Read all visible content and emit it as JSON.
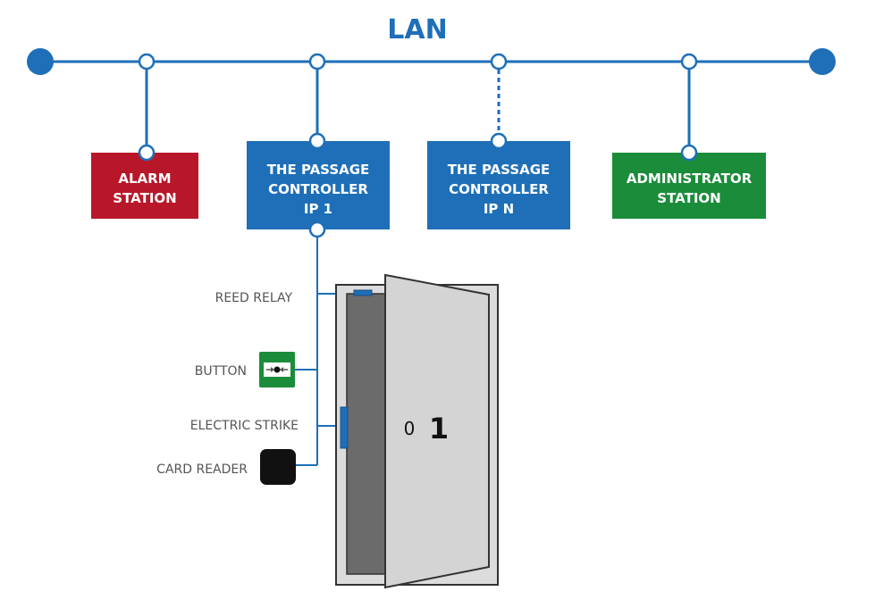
{
  "colors": {
    "network": "#1e6fb8",
    "alarm": "#b8172a",
    "controller": "#1e6fb8",
    "admin": "#1b8c3a",
    "button_device": "#1b8c3a",
    "card_reader": "#111111",
    "door_frame": "#dcdcdc",
    "door_opening": "#6b6b6b",
    "door_leaf": "#d4d4d4"
  },
  "network": {
    "title": "LAN"
  },
  "nodes": {
    "alarm_station": {
      "lines": [
        "ALARM",
        "STATION"
      ]
    },
    "controller_1": {
      "lines": [
        "THE PASSAGE",
        "CONTROLLER",
        "IP 1"
      ]
    },
    "controller_n": {
      "lines": [
        "THE PASSAGE",
        "CONTROLLER",
        "IP N"
      ]
    },
    "admin_station": {
      "lines": [
        "ADMINISTRATOR",
        "STATION"
      ]
    }
  },
  "devices": {
    "reed_relay": "REED RELAY",
    "button": "BUTTON",
    "electric_strike": "ELECTRIC STRIKE",
    "card_reader": "CARD READER"
  },
  "door": {
    "label_small": "0",
    "label_large": "1"
  },
  "icons": {
    "button_device": "exit-button-icon",
    "card_reader": "card-reader-icon"
  }
}
